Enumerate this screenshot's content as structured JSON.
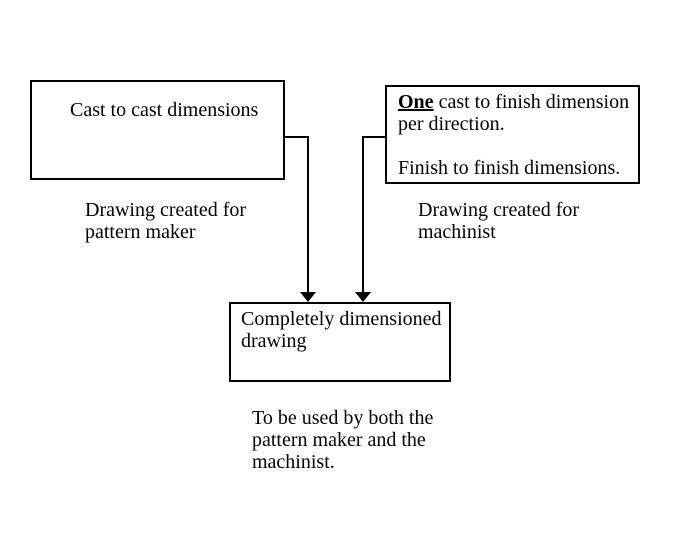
{
  "colors": {
    "background": "#ffffff",
    "ink": "#000000"
  },
  "boxes": {
    "cast_to_cast": {
      "label": "Cast to cast dimensions"
    },
    "cast_to_finish": {
      "emphasis": "One",
      "line1_rest": " cast to finish dimension",
      "line2": "per direction.",
      "line3": "Finish to finish dimensions."
    },
    "complete_drawing": {
      "line1": "Completely dimensioned",
      "line2": "drawing"
    }
  },
  "captions": {
    "pattern_maker": {
      "line1": "Drawing created for",
      "line2": "pattern maker"
    },
    "machinist": {
      "line1": "Drawing created for",
      "line2": "machinist"
    },
    "shared_use": {
      "line1": "To be used by both the",
      "line2": "pattern maker and the",
      "line3": "machinist."
    }
  }
}
